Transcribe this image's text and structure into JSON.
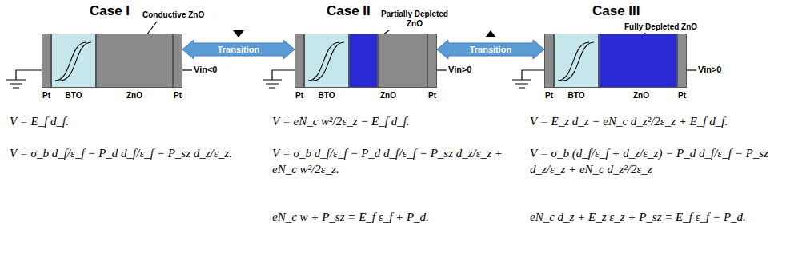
{
  "diagram": {
    "nodes": [
      {
        "text": [
          "Case I"
        ]
      },
      {
        "text": [
          "Case II"
        ]
      },
      {
        "text": [
          "Case III"
        ]
      }
    ],
    "edges": [
      {
        "from": 0,
        "to": 1,
        "arrow": "both",
        "label": "Transition"
      },
      {
        "from": 1,
        "to": 2,
        "arrow": "both",
        "label": "Transition"
      }
    ],
    "labels": [
      "Conductive ZnO",
      "Vin<0",
      "Pt",
      "BTO",
      "ZnO",
      "Pt",
      "Partially Depleted ZnO",
      "Vin>0",
      "Pt",
      "BTO",
      "ZnO",
      "Pt",
      "Fully Depleted ZnO",
      "Vin>0",
      "Pt",
      "BTO",
      "ZnO",
      "Pt",
      "V = E_f d_f.",
      "V = eN_c w²/2ε_z − E_f d_f.",
      "V = E_z d_z − eN_c d_z²/2ε_z + E_f d_f.",
      "V = σ_b d_f/ε_f − P_d d_f/ε_f − P_sz d_z/ε_z.",
      "V = σ_b d_f/ε_f − P_d d_f/ε_f − P_sz d_z/ε_z + eN_c w²/2ε_z.",
      "V = σ_b (d_f/ε_f + d_z/ε_z) − P_d d_f/ε_f − P_sz d_z/ε_z + eN_c d_z²/2ε_z",
      "eN_c w + P_sz = E_f ε_f + P_d.",
      "eN_c d_z + E_z ε_z + P_sz = E_f ε_f − P_d."
    ]
  }
}
